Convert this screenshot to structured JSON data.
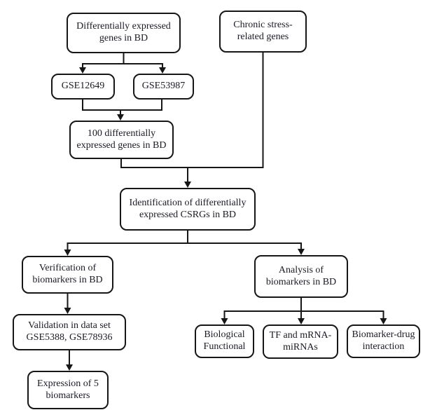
{
  "diagram": {
    "type": "flowchart",
    "colors": {
      "background": "#ffffff",
      "box_border": "#161616",
      "line": "#161616",
      "text": "#1a1a24"
    },
    "nodes": {
      "deg": {
        "line1": "Differentially expressed",
        "line2": "genes in BD"
      },
      "chronic": {
        "line1": "Chronic stress-",
        "line2": "related genes"
      },
      "gse12649": {
        "line1": "GSE12649"
      },
      "gse53987": {
        "line1": "GSE53987"
      },
      "deg100": {
        "line1": "100 differentially",
        "line2": "expressed genes in BD"
      },
      "identification": {
        "line1": "Identification of differentially",
        "line2": "expressed CSRGs in BD"
      },
      "verification": {
        "line1": "Verification of",
        "line2": "biomarkers in BD"
      },
      "analysis": {
        "line1": "Analysis of",
        "line2": "biomarkers in BD"
      },
      "validation": {
        "line1": "Validation in data set",
        "line2": "GSE5388, GSE78936"
      },
      "expression": {
        "line1": "Expression of 5",
        "line2": "biomarkers"
      },
      "biological": {
        "line1": "Biological",
        "line2": "Functional"
      },
      "tf": {
        "line1": "TF and mRNA-",
        "line2": "miRNAs"
      },
      "drug": {
        "line1": "Biomarker-drug",
        "line2": "interaction"
      }
    },
    "edges": [
      {
        "from": "deg",
        "to": "gse12649"
      },
      {
        "from": "deg",
        "to": "gse53987"
      },
      {
        "from": "gse12649",
        "to": "deg100"
      },
      {
        "from": "gse53987",
        "to": "deg100"
      },
      {
        "from": "deg100",
        "to": "identification"
      },
      {
        "from": "chronic",
        "to": "identification"
      },
      {
        "from": "identification",
        "to": "verification"
      },
      {
        "from": "identification",
        "to": "analysis"
      },
      {
        "from": "verification",
        "to": "validation"
      },
      {
        "from": "validation",
        "to": "expression"
      },
      {
        "from": "analysis",
        "to": "biological"
      },
      {
        "from": "analysis",
        "to": "tf"
      },
      {
        "from": "analysis",
        "to": "drug"
      }
    ]
  }
}
